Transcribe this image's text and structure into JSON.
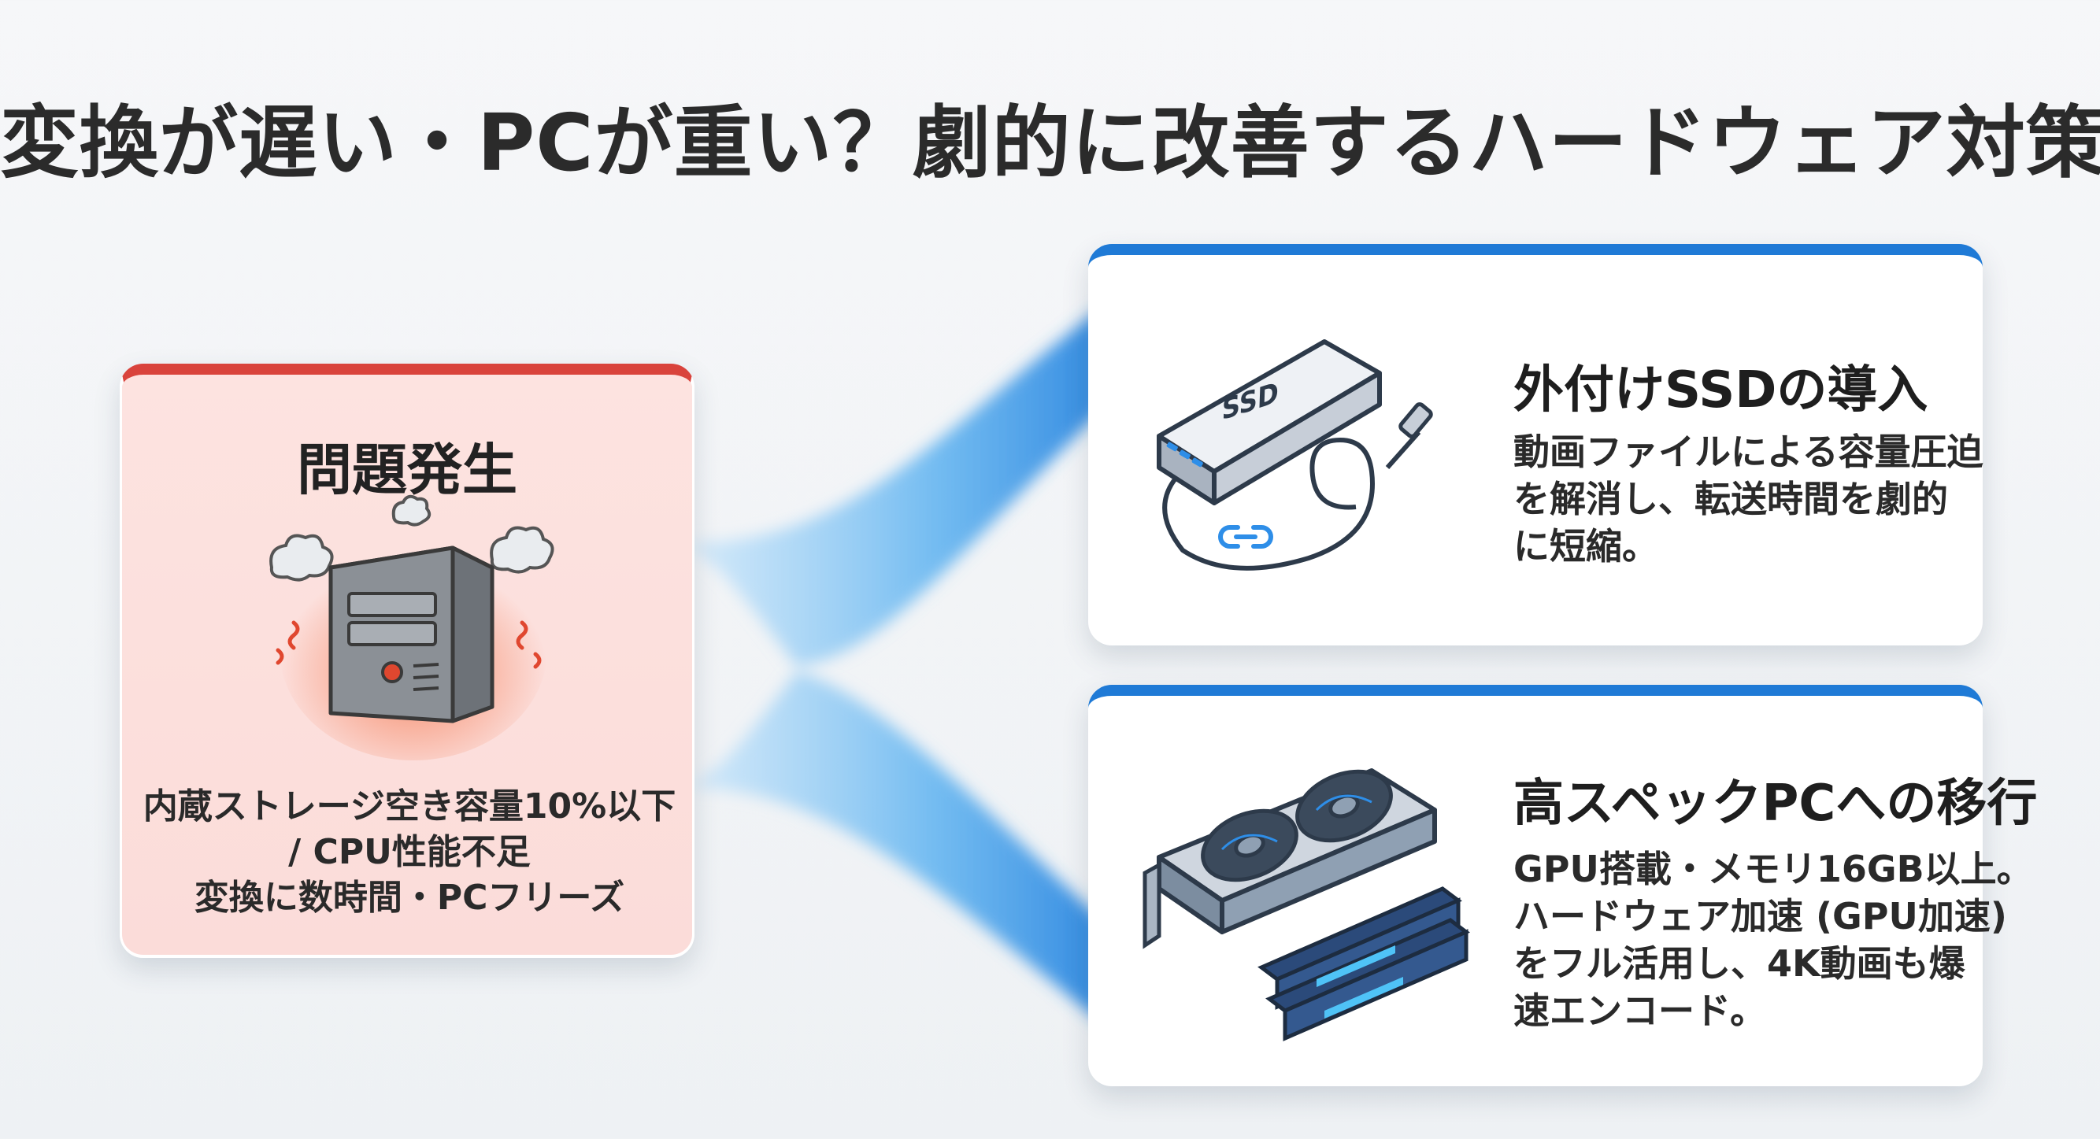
{
  "title": "変換が遅い・PCが重い？劇的に改善するハードウェア対策",
  "colors": {
    "problem_accent": "#d9433c",
    "solution_accent": "#1f7ad6",
    "flow_color": "#4fa6ee"
  },
  "problem": {
    "title": "問題発生",
    "icon": "overheating-pc-tower-icon",
    "description": [
      "内蔵ストレージ空き容量10%以下",
      "/ CPU性能不足",
      "変換に数時間・PCフリーズ"
    ]
  },
  "solutions": [
    {
      "title": "外付けSSDの導入",
      "icon": "external-ssd-icon",
      "icon_text": "SSD",
      "description": [
        "動画ファイルによる容量圧迫",
        "を解消し、転送時間を劇的",
        "に短縮。"
      ]
    },
    {
      "title": "高スペックPCへの移行",
      "icon": "gpu-and-ram-icon",
      "description": [
        "GPU搭載・メモリ16GB以上。",
        "ハードウェア加速 (GPU加速)",
        "をフル活用し、4K動画も爆",
        "速エンコード。"
      ]
    }
  ]
}
